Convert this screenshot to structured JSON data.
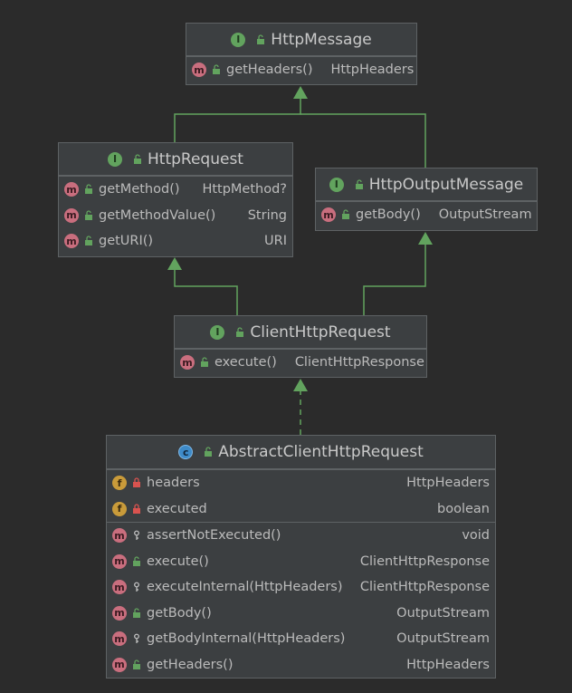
{
  "colors": {
    "background": "#2b2b2b",
    "node_fill": "#3c3f41",
    "node_border": "#5e6264",
    "edge": "#62a35e",
    "interface_badge": "#62a35e",
    "method_badge": "#c96e7e",
    "field_badge": "#c99b3a",
    "class_badge": "#3e8bc9"
  },
  "nodes": {
    "http_message": {
      "title": "HttpMessage",
      "kind": "interface",
      "methods": [
        {
          "name": "getHeaders()",
          "type": "HttpHeaders",
          "visibility": "public"
        }
      ]
    },
    "http_request": {
      "title": "HttpRequest",
      "kind": "interface",
      "methods": [
        {
          "name": "getMethod()",
          "type": "HttpMethod?",
          "visibility": "public"
        },
        {
          "name": "getMethodValue()",
          "type": "String",
          "visibility": "public"
        },
        {
          "name": "getURI()",
          "type": "URI",
          "visibility": "public"
        }
      ]
    },
    "http_output_message": {
      "title": "HttpOutputMessage",
      "kind": "interface",
      "methods": [
        {
          "name": "getBody()",
          "type": "OutputStream",
          "visibility": "public"
        }
      ]
    },
    "client_http_request": {
      "title": "ClientHttpRequest",
      "kind": "interface",
      "methods": [
        {
          "name": "execute()",
          "type": "ClientHttpResponse",
          "visibility": "public"
        }
      ]
    },
    "abstract_client_http_request": {
      "title": "AbstractClientHttpRequest",
      "kind": "abstract-class",
      "fields": [
        {
          "name": "headers",
          "type": "HttpHeaders",
          "visibility": "private"
        },
        {
          "name": "executed",
          "type": "boolean",
          "visibility": "private"
        }
      ],
      "methods": [
        {
          "name": "assertNotExecuted()",
          "type": "void",
          "visibility": "protected"
        },
        {
          "name": "execute()",
          "type": "ClientHttpResponse",
          "visibility": "public"
        },
        {
          "name": "executeInternal(HttpHeaders)",
          "type": "ClientHttpResponse",
          "visibility": "protected"
        },
        {
          "name": "getBody()",
          "type": "OutputStream",
          "visibility": "public"
        },
        {
          "name": "getBodyInternal(HttpHeaders)",
          "type": "OutputStream",
          "visibility": "protected"
        },
        {
          "name": "getHeaders()",
          "type": "HttpHeaders",
          "visibility": "public"
        }
      ]
    }
  },
  "badges": {
    "interface": "I",
    "method": "m",
    "field": "f",
    "class": "c"
  },
  "edges": [
    {
      "from": "HttpRequest",
      "to": "HttpMessage",
      "kind": "extends"
    },
    {
      "from": "HttpOutputMessage",
      "to": "HttpMessage",
      "kind": "extends"
    },
    {
      "from": "ClientHttpRequest",
      "to": "HttpRequest",
      "kind": "extends"
    },
    {
      "from": "ClientHttpRequest",
      "to": "HttpOutputMessage",
      "kind": "extends"
    },
    {
      "from": "AbstractClientHttpRequest",
      "to": "ClientHttpRequest",
      "kind": "implements"
    }
  ]
}
